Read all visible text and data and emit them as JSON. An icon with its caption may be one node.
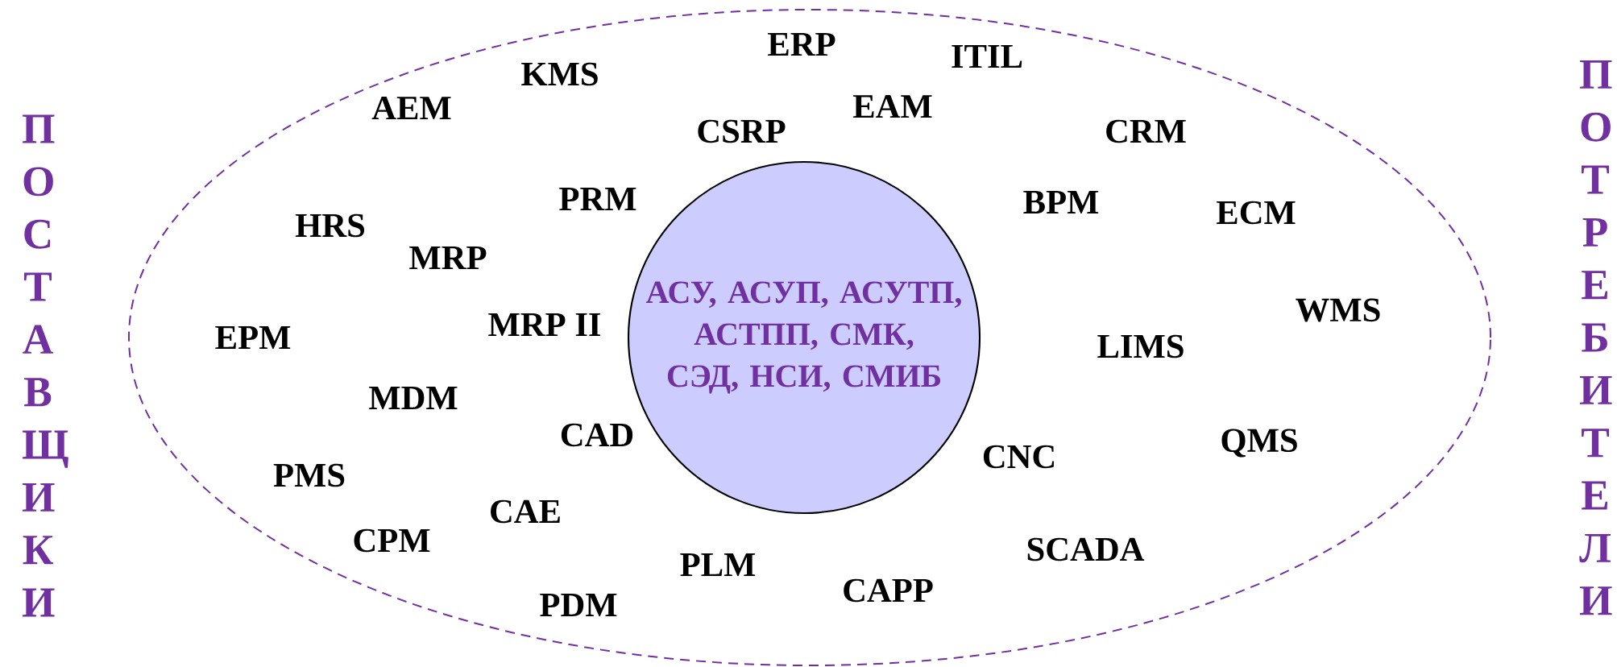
{
  "diagram": {
    "nodes": [
      {
        "text": [],
        "shape": "ellipse"
      },
      {
        "text": [
          "АСУ, АСУП, АСУТП, АСТПП, СМК, СЭД, НСИ, СМИБ"
        ],
        "in": 0
      }
    ],
    "labels": [
      "ПОСТАВЩИКИ",
      "ERP",
      "ITIL",
      "KMS",
      "AEM",
      "EAM",
      "CSRP",
      "CRM",
      "PRM",
      "BPM",
      "ECM",
      "HRS",
      "MRP",
      "WMS",
      "EPM",
      "MRP II",
      "LIMS",
      "MDM",
      "CAD",
      "QMS",
      "CNC",
      "PMS",
      "CAE",
      "CPM",
      "SCADA",
      "PLM",
      "CAPP",
      "PDM",
      "ПОТРЕБИТЕЛИ"
    ]
  }
}
